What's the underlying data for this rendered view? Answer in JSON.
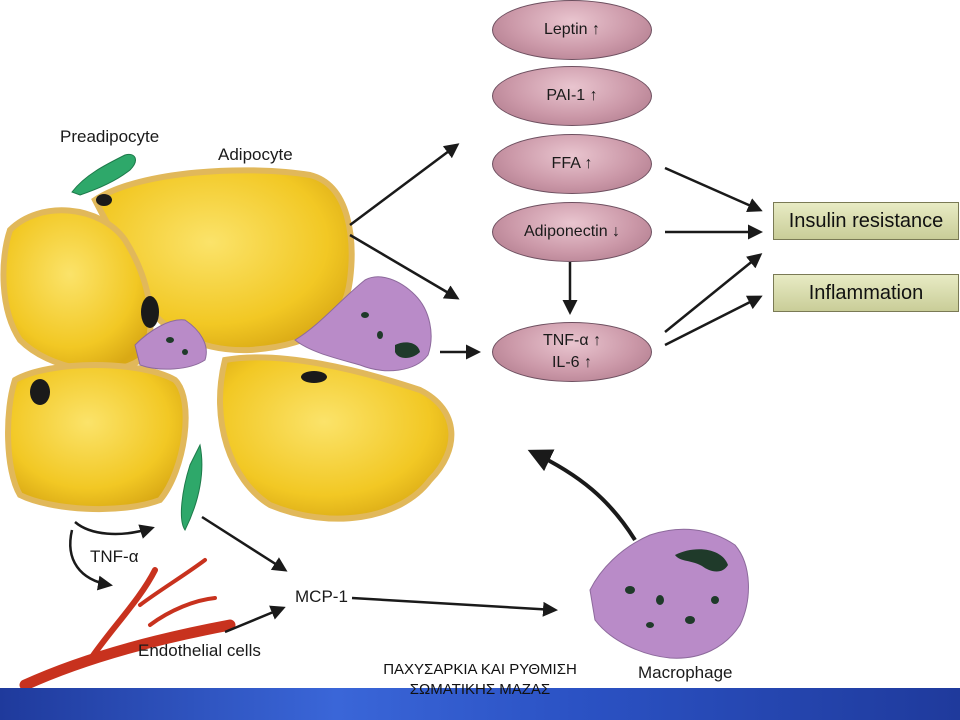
{
  "labels": {
    "preadipocyte": "Preadipocyte",
    "adipocyte": "Adipocyte",
    "tnf_left": "TNF-α",
    "mcp1": "MCP-1",
    "endothelial": "Endothelial cells",
    "macrophage": "Macrophage"
  },
  "mediators": {
    "leptin": "Leptin ↑",
    "pai1": "PAI-1 ↑",
    "ffa": "FFA ↑",
    "adiponectin": "Adiponectin ↓",
    "tnf": "TNF-α ↑",
    "il6": "IL-6 ↑"
  },
  "outcomes": {
    "insulin_resistance": "Insulin resistance",
    "inflammation": "Inflammation"
  },
  "footer": {
    "line1": "ΠΑΧΥΣΑΡΚΙΑ ΚΑΙ ΡΥΘΜΙΣΗ",
    "line2": "ΣΩΜΑΤΙΚΗΣ ΜΑΖΑΣ"
  },
  "colors": {
    "adipocyte": "#f2cd2a",
    "preadipocyte": "#2ea86a",
    "macrophage": "#b98bc8",
    "vessel": "#c8321e",
    "mediator": "#c9a0ae",
    "outcome": "#d8dbb0",
    "footer_band": "#2b52c4"
  }
}
